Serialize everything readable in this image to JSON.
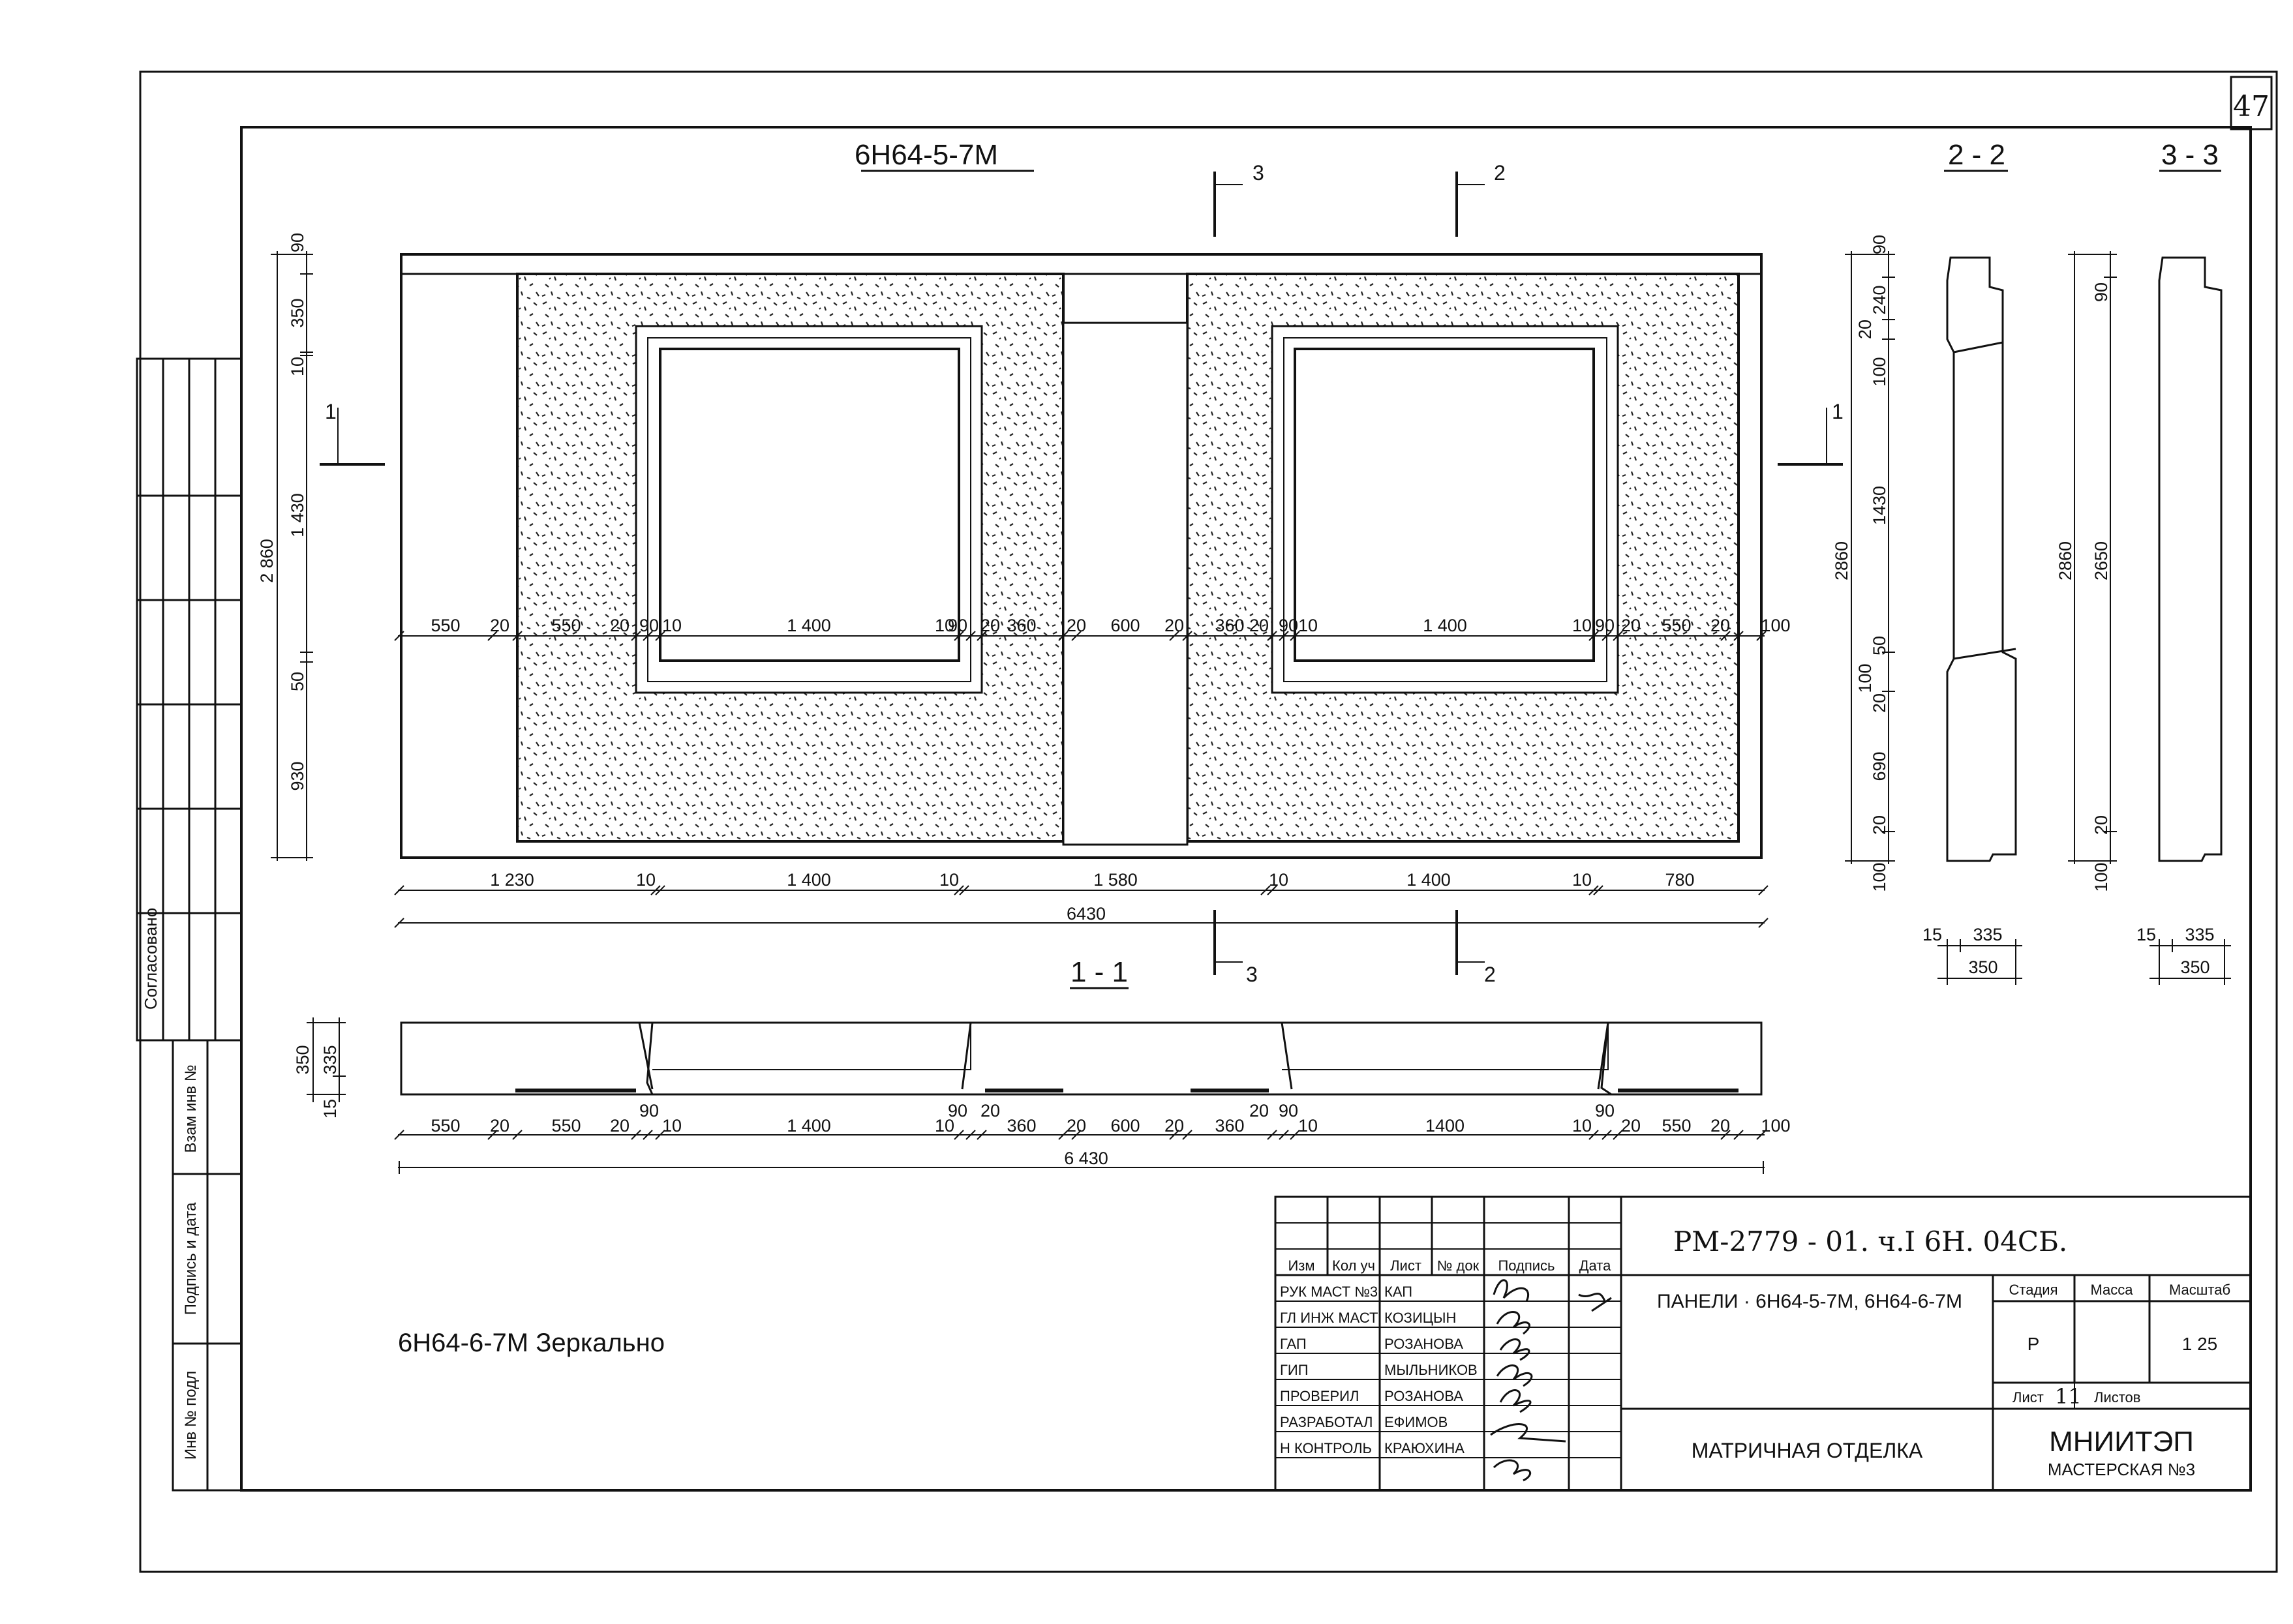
{
  "sheet_number": "47",
  "main_view": {
    "title": "6Н64-5-7М",
    "cut_marks": [
      "3",
      "2",
      "1",
      "1",
      "3",
      "2"
    ],
    "dims_left": [
      "90",
      "350",
      "10",
      "1 430",
      "50",
      "930",
      "2 860"
    ],
    "dims_row": [
      "550",
      "20",
      "550",
      "20",
      "90",
      "10",
      "1 400",
      "10",
      "90",
      "20",
      "360",
      "20",
      "600",
      "20",
      "360",
      "20",
      "90",
      "10",
      "1 400",
      "10",
      "90",
      "20",
      "550",
      "20",
      "100"
    ],
    "dims_bottom": [
      "1 230",
      "10",
      "1 400",
      "10",
      "1 580",
      "10",
      "1 400",
      "10",
      "780"
    ],
    "overall": "6430"
  },
  "section_11": {
    "title": "1 - 1",
    "dims_left": [
      "350",
      "335",
      "15"
    ],
    "dims_row": [
      "550",
      "20",
      "550",
      "20",
      "90",
      "10",
      "1 400",
      "10",
      "90",
      "20",
      "360",
      "20",
      "600",
      "20",
      "360",
      "20",
      "90",
      "10",
      "1400",
      "10",
      "90",
      "20",
      "550",
      "20",
      "100"
    ],
    "overall": "6 430"
  },
  "section_22": {
    "title": "2 - 2",
    "dims_left": [
      "90",
      "20",
      "240",
      "100",
      "1430",
      "2860",
      "100",
      "50",
      "20",
      "690",
      "20",
      "100"
    ],
    "dims_bottom": [
      "15",
      "335",
      "350"
    ]
  },
  "section_33": {
    "title": "3 - 3",
    "dims_left": [
      "90",
      "2860",
      "2650",
      "20",
      "100"
    ],
    "dims_bottom": [
      "15",
      "335",
      "350"
    ]
  },
  "mirror_note": "6Н64-6-7М  Зеркально",
  "left_strip": {
    "agreed": "Согласовано",
    "vzam": "Взам инв №",
    "podpis": "Подпись и дата",
    "inv": "Инв № подл"
  },
  "title_block": {
    "code": "РМ-2779 - 01. ч.I  6Н. 04СБ.",
    "col_headers": [
      "Изм",
      "Кол уч",
      "Лист",
      "№ док",
      "Подпись",
      "Дата"
    ],
    "roles": [
      {
        "role": "РУК МАСТ №3",
        "name": "КАП"
      },
      {
        "role": "ГЛ ИНЖ МАСТ",
        "name": "КОЗИЦЫН"
      },
      {
        "role": "ГАП",
        "name": "РОЗАНОВА"
      },
      {
        "role": "ГИП",
        "name": "МЫЛЬНИКОВ"
      },
      {
        "role": "ПРОВЕРИЛ",
        "name": "РОЗАНОВА"
      },
      {
        "role": "РАЗРАБОТАЛ",
        "name": "ЕФИМОВ"
      },
      {
        "role": "Н КОНТРОЛЬ",
        "name": "КРАЮХИНА"
      }
    ],
    "name": "ПАНЕЛИ · 6Н64-5-7М, 6Н64-6-7М",
    "subtitle": "МАТРИЧНАЯ  ОТДЕЛКА",
    "stage_label": "Стадия",
    "mass_label": "Масса",
    "scale_label": "Масштаб",
    "stage": "Р",
    "scale": "1  25",
    "sheet_label": "Лист",
    "sheet": "11",
    "sheets_label": "Листов",
    "org": "МНИИТЭП",
    "org_sub": "МАСТЕРСКАЯ №3"
  }
}
